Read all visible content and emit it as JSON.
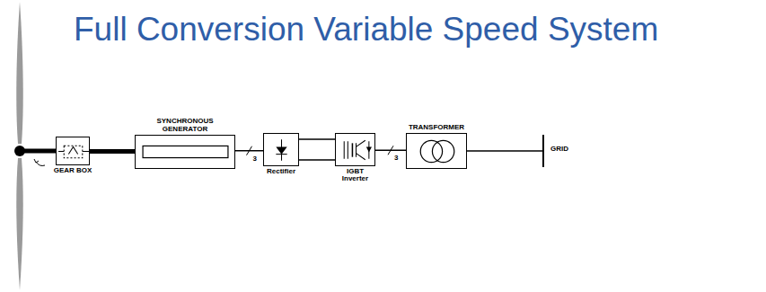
{
  "diagram": {
    "title": "Full Conversion Variable Speed System",
    "nodes": [
      {
        "text": [
          "GEAR BOX"
        ]
      },
      {
        "text": [
          "SYNCHRONOUS GENERATOR"
        ]
      },
      {
        "text": [
          "Rectifier"
        ]
      },
      {
        "text": [
          "IGBT Inverter"
        ]
      },
      {
        "text": [
          "TRANSFORMER"
        ]
      }
    ],
    "edges": [
      {
        "from": 0,
        "to": 1,
        "arrow": "none"
      },
      {
        "from": 1,
        "to": 2,
        "label": "3",
        "arrow": "none"
      },
      {
        "from": 2,
        "to": 3,
        "arrow": "none"
      },
      {
        "from": 3,
        "to": 4,
        "label": "3",
        "arrow": "none"
      }
    ],
    "labels": [
      "GRID"
    ]
  }
}
